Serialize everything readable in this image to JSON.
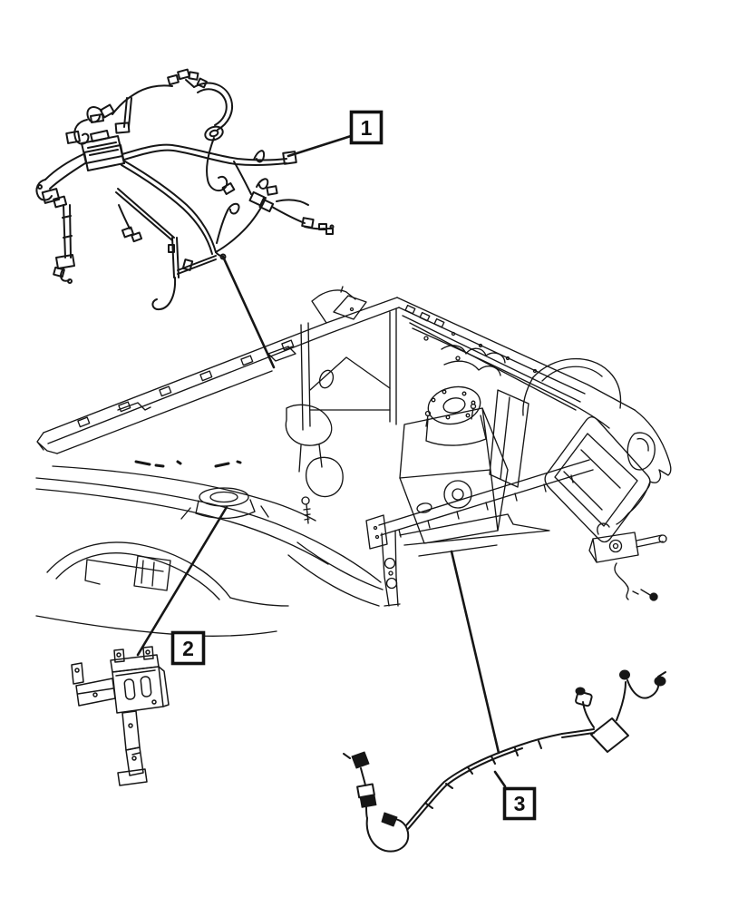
{
  "figure": {
    "type": "vehicle-parts-line-diagram",
    "background_color": "#ffffff",
    "line_color": "#161616",
    "callout_count": "3"
  },
  "callouts": [
    {
      "label": "1"
    },
    {
      "label": "2"
    },
    {
      "label": "3"
    }
  ]
}
